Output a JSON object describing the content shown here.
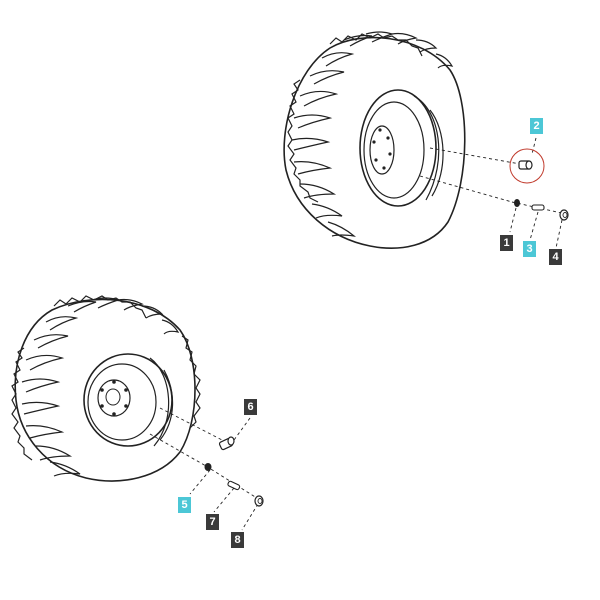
{
  "colors": {
    "callout_dark": "#3a3a3a",
    "callout_highlight": "#4cc7d6",
    "line": "#222222",
    "highlight_ring": "#c0392b"
  },
  "callouts": {
    "c1": "1",
    "c2": "2",
    "c3": "3",
    "c4": "4",
    "c5": "5",
    "c6": "6",
    "c7": "7",
    "c8": "8"
  },
  "highlighted": [
    "2",
    "3",
    "5"
  ]
}
